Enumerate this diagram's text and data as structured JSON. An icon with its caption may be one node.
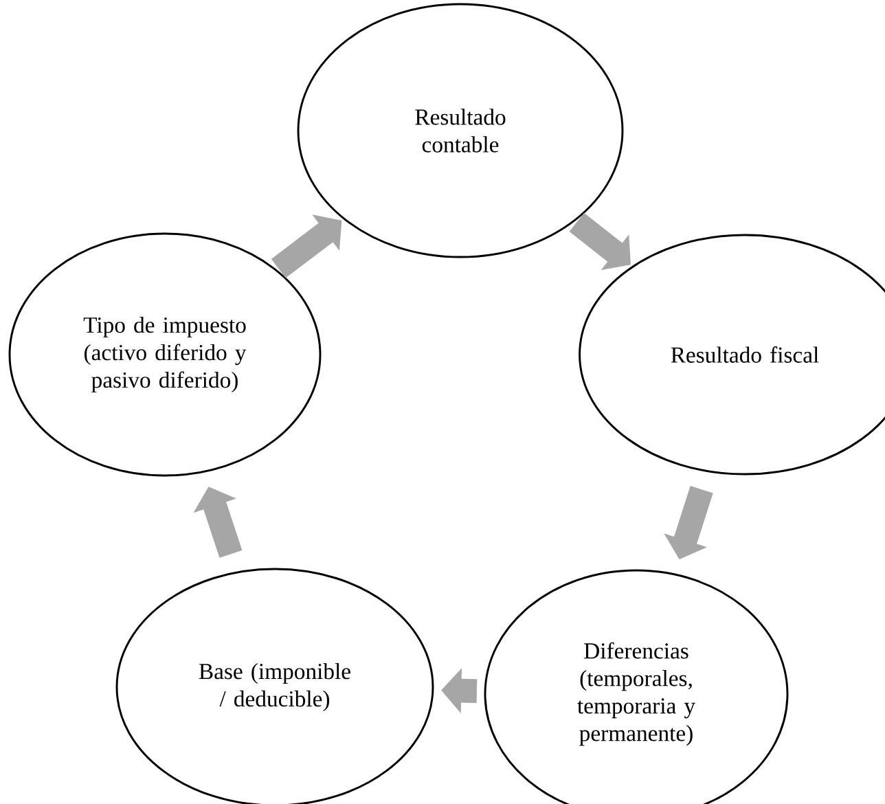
{
  "diagram": {
    "nodes": [
      {
        "text": [
          "Resultado contable"
        ]
      },
      {
        "text": [
          "Resultado fiscal"
        ]
      },
      {
        "text": [
          "Diferencias (temporales, temporaria y permanente)"
        ]
      },
      {
        "text": [
          "Base (imponible / deducible)"
        ]
      },
      {
        "text": [
          "Tipo de impuesto (activo diferido y pasivo diferido)"
        ]
      }
    ],
    "edges": [
      {
        "from": 0,
        "to": 1,
        "arrow": "to"
      },
      {
        "from": 1,
        "to": 2,
        "arrow": "to"
      },
      {
        "from": 2,
        "to": 3,
        "arrow": "to"
      },
      {
        "from": 3,
        "to": 4,
        "arrow": "to"
      },
      {
        "from": 4,
        "to": 0,
        "arrow": "to"
      }
    ]
  }
}
